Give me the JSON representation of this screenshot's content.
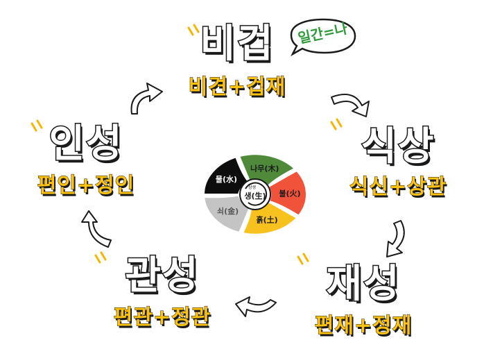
{
  "nodes": {
    "bigeop": {
      "title": "비겁",
      "sub": "비견+겁재"
    },
    "siksang": {
      "title": "식상",
      "sub": "식신+상관"
    },
    "jaeseong": {
      "title": "재성",
      "sub": "편재+정재"
    },
    "gwanseong": {
      "title": "관성",
      "sub": "편관+정관"
    },
    "inseong": {
      "title": "인성",
      "sub": "편인+정인"
    }
  },
  "bubble": {
    "text": "일간=나"
  },
  "wheel": {
    "segments": [
      {
        "label": "나무(木)",
        "color": "#4e8a3a"
      },
      {
        "label": "불(火)",
        "color": "#f0533a"
      },
      {
        "label": "흙(土)",
        "color": "#f7c21e"
      },
      {
        "label": "쇠(金)",
        "color": "#c4c4c4"
      },
      {
        "label": "물(水)",
        "color": "#0d0d0d"
      }
    ],
    "center_top": "상생",
    "center_label": "생(生)"
  },
  "colors": {
    "accent": "#ffc20e",
    "outline": "#1a1a1a",
    "bubble_text": "#2e9a3a"
  }
}
